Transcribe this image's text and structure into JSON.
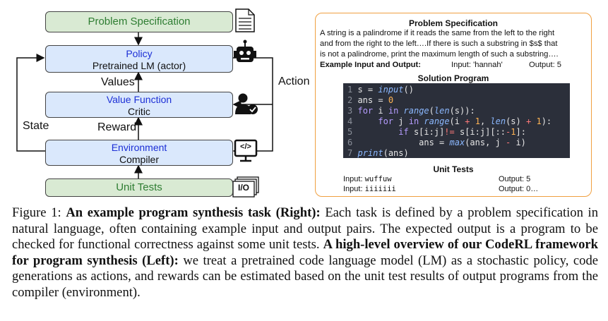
{
  "diagram": {
    "problem_spec": "Problem Specification",
    "policy": {
      "title": "Policy",
      "sub": "Pretrained LM (actor)"
    },
    "value_function": {
      "title": "Value Function",
      "sub": "Critic"
    },
    "environment": {
      "title": "Environment",
      "sub": "Compiler"
    },
    "unit_tests": "Unit Tests",
    "labels": {
      "values": "Values",
      "reward": "Reward",
      "state": "State",
      "action": "Action"
    },
    "io_icon_text": "I/O",
    "code_icon_text": "</>"
  },
  "panel": {
    "spec_title": "Problem Specification",
    "spec_lines": [
      "A string is a palindrome if it reads the same from the left to the right",
      "and from the right to the left….If there is such a substring in $s$ that",
      "is not a palindrome, print the maximum length of such a substring…."
    ],
    "example_label": "Example Input and Output:",
    "example_input": "Input: 'hannah'",
    "example_output": "Output: 5",
    "solution_title": "Solution Program",
    "code_line_numbers": [
      "1",
      "2",
      "3",
      "4",
      "5",
      "6",
      "7"
    ],
    "unit_tests_title": "Unit Tests",
    "tests": [
      {
        "input_label": "Input:",
        "input_value": "wuffuw",
        "output_label": "Output:",
        "output_value": "5"
      },
      {
        "input_label": "Input:",
        "input_value": "iiiiiii",
        "output_label": "Output:",
        "output_value": "0…"
      }
    ]
  },
  "caption": {
    "figure_label": "Figure 1:",
    "bold1": "An example program synthesis task (Right):",
    "text1": "Each task is defined by a problem specification in natural language, often containing example input and output pairs. The expected output is a program to be checked for functional correctness against some unit tests.",
    "bold2": "A high-level overview of our CodeRL framework for program synthesis (Left):",
    "text2": "we treat a pretrained code language model (LM) as a stochastic policy, code generations as actions, and rewards can be estimated based on the unit test results of output programs from the compiler (environment)."
  }
}
